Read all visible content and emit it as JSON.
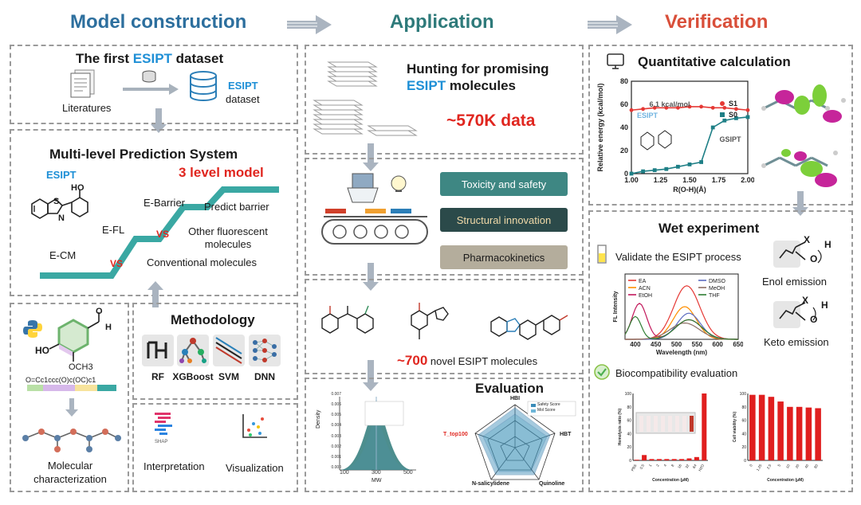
{
  "headers": {
    "model_construction": "Model construction",
    "application": "Application",
    "verification": "Verification"
  },
  "colors": {
    "blue_header": "#2d6f9e",
    "teal_header": "#2e7a7a",
    "red_header": "#d94f3a",
    "teal_stairs": "#3aa8a3",
    "accent_blue": "#1e8fd6",
    "accent_red": "#e0261f"
  },
  "dataset": {
    "title_pre": "The first ",
    "title_esipt": "ESIPT",
    "title_post": " dataset",
    "literatures": "Literatures",
    "esipt": "ESIPT",
    "dataset": "dataset"
  },
  "prediction": {
    "title": "Multi-level Prediction System",
    "esipt": "ESIPT",
    "level_model": "3 level model",
    "molecule_oh": "HO",
    "molecule_s": "S",
    "molecule_n": "N",
    "e_barrier": "E-Barrier",
    "predict_barrier": "Predict barrier",
    "e_fl": "E-FL",
    "vs1": "VS",
    "other_fluor": "Other fluorescent molecules",
    "e_cm": "E-CM",
    "vs2": "VS",
    "conventional": "Conventional molecules"
  },
  "molecular": {
    "smiles": "O=Cc1ccc(O)c(OC)c1",
    "ho": "HO",
    "och3": "OCH3",
    "o": "O",
    "h": "H",
    "label": "Molecular characterization",
    "icon": "python-icon"
  },
  "methodology": {
    "title": "Methodology",
    "models": [
      "RF",
      "XGBoost",
      "SVM",
      "DNN"
    ],
    "interpretation": "Interpretation",
    "shap": "SHAP",
    "visualization": "Visualization"
  },
  "hunting": {
    "title_1": "Hunting for promising",
    "title_esipt": "ESIPT",
    "title_2": " molecules",
    "data_count": "~570K data"
  },
  "screening": {
    "buttons": [
      "Toxicity and safety",
      "Structural innovation",
      "Pharmacokinetics"
    ],
    "button_colors": [
      "#3e8783",
      "#2b4a4a",
      "#b4ad9c"
    ],
    "button_text_colors": [
      "#ffffff",
      "#f0d9a8",
      "#1a1a1a"
    ]
  },
  "novel": {
    "count": "~700",
    "label": "novel ESIPT molecules"
  },
  "evaluation": {
    "title": "Evaluation",
    "radar_axes": [
      "HBI",
      "HBT",
      "Quinoline",
      "N-salicylidene"
    ],
    "radar_series_label": "T_top100",
    "radar_legend": [
      "Safety Score",
      "Mol Score"
    ],
    "density_ylabel": "Density",
    "density_xlabel": "MW",
    "density_yticks": [
      "0.007",
      "0.006",
      "0.005",
      "0.004",
      "0.003",
      "0.002",
      "0.001",
      "0.000"
    ],
    "density_xticks": [
      "100",
      "300",
      "500"
    ]
  },
  "chart_data": [
    {
      "type": "line",
      "title": "",
      "xlabel": "R(O-H)(Å)",
      "ylabel": "Relative energy (kcal/mol)",
      "xlim": [
        1.0,
        2.0
      ],
      "ylim": [
        0,
        80
      ],
      "xticks": [
        "1.00",
        "1.25",
        "1.50",
        "1.75",
        "2.00"
      ],
      "yticks": [
        "0",
        "20",
        "40",
        "60",
        "80"
      ],
      "x": [
        1.0,
        1.1,
        1.2,
        1.3,
        1.4,
        1.5,
        1.6,
        1.7,
        1.8,
        1.9,
        2.0
      ],
      "series": [
        {
          "name": "S1",
          "color": "#e53935",
          "values": [
            55,
            56,
            57,
            57,
            57,
            58,
            58,
            57,
            57,
            56,
            55
          ]
        },
        {
          "name": "S0",
          "color": "#1e7f86",
          "values": [
            0,
            2,
            3,
            4,
            6,
            8,
            10,
            40,
            46,
            48,
            49
          ]
        }
      ],
      "annotations": [
        "6.1 kcal/mol",
        "ESIPT",
        "GSIPT"
      ]
    },
    {
      "type": "line",
      "title": "",
      "xlabel": "Wavelength (nm)",
      "ylabel": "FL Intensity",
      "xlim": [
        375,
        650
      ],
      "xticks": [
        "400",
        "450",
        "500",
        "550",
        "600",
        "650"
      ],
      "series": [
        {
          "name": "EA",
          "color": "#e53935",
          "peak_x": 525
        },
        {
          "name": "ACN",
          "color": "#ff8f00",
          "peak_x": 520
        },
        {
          "name": "EtOH",
          "color": "#c2185b",
          "peak_x": 410
        },
        {
          "name": "DMSO",
          "color": "#5c6bc0",
          "peak_x": 530
        },
        {
          "name": "MeOH",
          "color": "#8d6e63",
          "peak_x": 520
        },
        {
          "name": "THF",
          "color": "#2e7d32",
          "peak_x": 400
        }
      ]
    },
    {
      "type": "bar",
      "title": "",
      "ylabel": "Hemolysis ratio (%)",
      "xlabel": "Concentration (μM)",
      "ylim": [
        0,
        100
      ],
      "yticks": [
        "0",
        "20",
        "40",
        "60",
        "80",
        "100"
      ],
      "categories": [
        "PBS",
        "0.5",
        "1",
        "2",
        "4",
        "8",
        "16",
        "32",
        "64",
        "H2O"
      ],
      "values": [
        1,
        8,
        2,
        2,
        2,
        2,
        2,
        3,
        5,
        100
      ]
    },
    {
      "type": "bar",
      "title": "",
      "ylabel": "Cell viability (%)",
      "xlabel": "Concentration (μM)",
      "ylim": [
        0,
        100
      ],
      "yticks": [
        "0",
        "20",
        "40",
        "60",
        "80",
        "100"
      ],
      "categories": [
        "0",
        "1.25",
        "2.5",
        "5",
        "10",
        "20",
        "40",
        "80"
      ],
      "values": [
        98,
        98,
        95,
        88,
        80,
        80,
        79,
        78
      ]
    }
  ],
  "quant": {
    "title": "Quantitative calculation",
    "icon": "computer-icon"
  },
  "wet": {
    "title": "Wet experiment",
    "validate": "Validate the ESIPT process",
    "enol": "Enol emission",
    "keto": "Keto emission",
    "biocompat": "Biocompatibility evaluation",
    "x_label": "X",
    "h_label": "H",
    "o_label": "O"
  }
}
